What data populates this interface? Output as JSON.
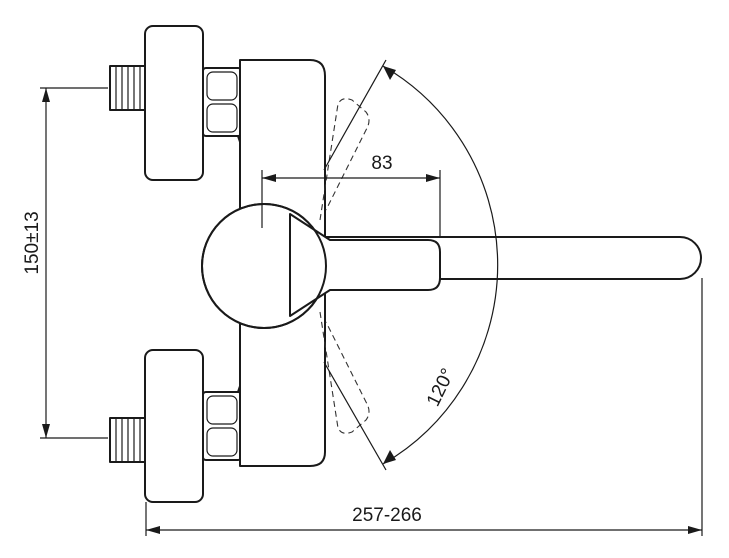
{
  "dimensions": {
    "height_tolerance": "150±13",
    "lever_length": "83",
    "swivel_angle": "120°",
    "overall_width": "257-266"
  }
}
